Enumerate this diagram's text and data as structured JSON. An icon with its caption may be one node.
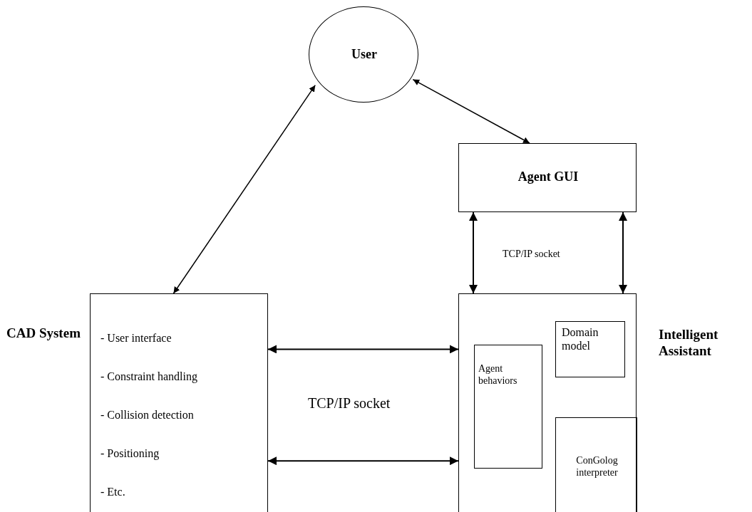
{
  "diagram": {
    "nodes": [
      {
        "text": [
          "User"
        ]
      },
      {
        "text": [
          "Agent GUI"
        ]
      },
      {
        "text": [
          "CAD System",
          "- User interface",
          "- Constraint handling",
          "- Collision detection",
          "- Positioning",
          "- Etc."
        ]
      },
      {
        "text": [
          "Intelligent Assistant"
        ]
      },
      {
        "text": [
          "Domain model"
        ],
        "in": 3
      },
      {
        "text": [
          "Agent behaviors"
        ],
        "in": 3
      },
      {
        "text": [
          "ConGolog interpreter"
        ],
        "in": 3
      }
    ],
    "edges": [
      {
        "from": 0,
        "to": 2,
        "arrow": "both"
      },
      {
        "from": 0,
        "to": 1,
        "arrow": "both"
      },
      {
        "from": 1,
        "to": 3,
        "arrow": "both",
        "label": "TCP/IP socket"
      },
      {
        "from": 1,
        "to": 3,
        "arrow": "both"
      },
      {
        "from": 2,
        "to": 3,
        "arrow": "both",
        "label": "TCP/IP socket"
      },
      {
        "from": 2,
        "to": 3,
        "arrow": "both"
      }
    ]
  }
}
